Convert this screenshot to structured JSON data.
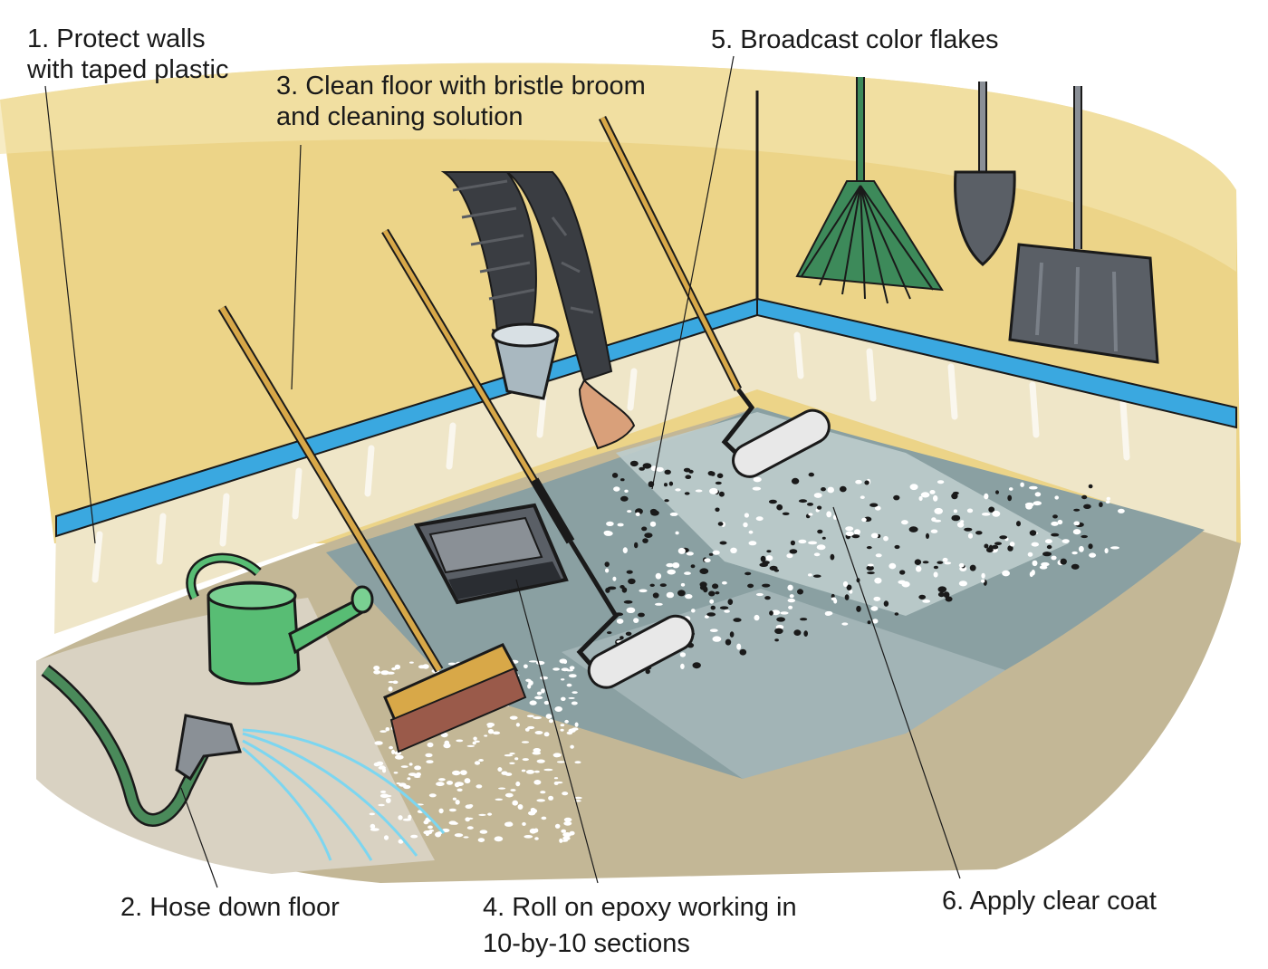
{
  "labels": {
    "step1": {
      "line1": "1. Protect walls",
      "line2": "with taped plastic"
    },
    "step2": {
      "line1": "2. Hose down floor"
    },
    "step3": {
      "line1": "3. Clean floor with bristle broom",
      "line2": "and cleaning solution"
    },
    "step4": {
      "line1": "4. Roll on epoxy working in",
      "line2": "10-by-10 sections"
    },
    "step5": {
      "line1": "5. Broadcast color flakes"
    },
    "step6": {
      "line1": "6. Apply clear coat"
    }
  },
  "colors": {
    "wall": "#ecd488",
    "plastic": "#efe6c8",
    "tape": "#3aa8e0",
    "floor": "#c3b796",
    "epoxy": "#8aa0a2",
    "clear_coat": "#bccccc",
    "can": "#58bd74",
    "wood": "#d8a848",
    "metal": "#5a5f66"
  }
}
